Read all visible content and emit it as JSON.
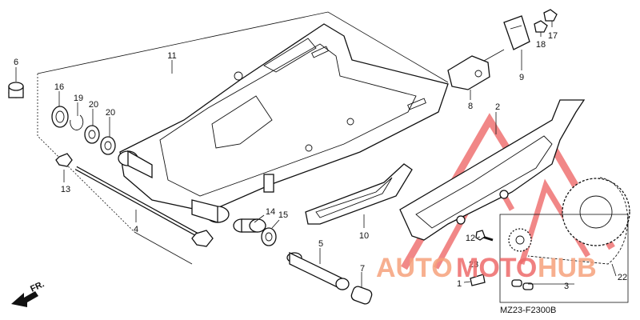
{
  "diagram": {
    "code": "MZ23-F2300B",
    "front_marker": "FR.",
    "parts": [
      {
        "num": "1"
      },
      {
        "num": "2"
      },
      {
        "num": "3"
      },
      {
        "num": "4"
      },
      {
        "num": "5"
      },
      {
        "num": "6"
      },
      {
        "num": "7"
      },
      {
        "num": "8"
      },
      {
        "num": "9"
      },
      {
        "num": "10"
      },
      {
        "num": "11"
      },
      {
        "num": "12"
      },
      {
        "num": "13"
      },
      {
        "num": "14"
      },
      {
        "num": "15"
      },
      {
        "num": "16"
      },
      {
        "num": "17"
      },
      {
        "num": "18"
      },
      {
        "num": "19"
      },
      {
        "num": "20"
      },
      {
        "num": "20"
      },
      {
        "num": "22"
      },
      {
        "num": "23"
      }
    ]
  },
  "watermark": {
    "text_a": "AUTO",
    "text_b": "MOTO",
    "text_c": "HUB",
    "color_main": "#ee6a6a",
    "color_fill": "#f6a27c"
  }
}
